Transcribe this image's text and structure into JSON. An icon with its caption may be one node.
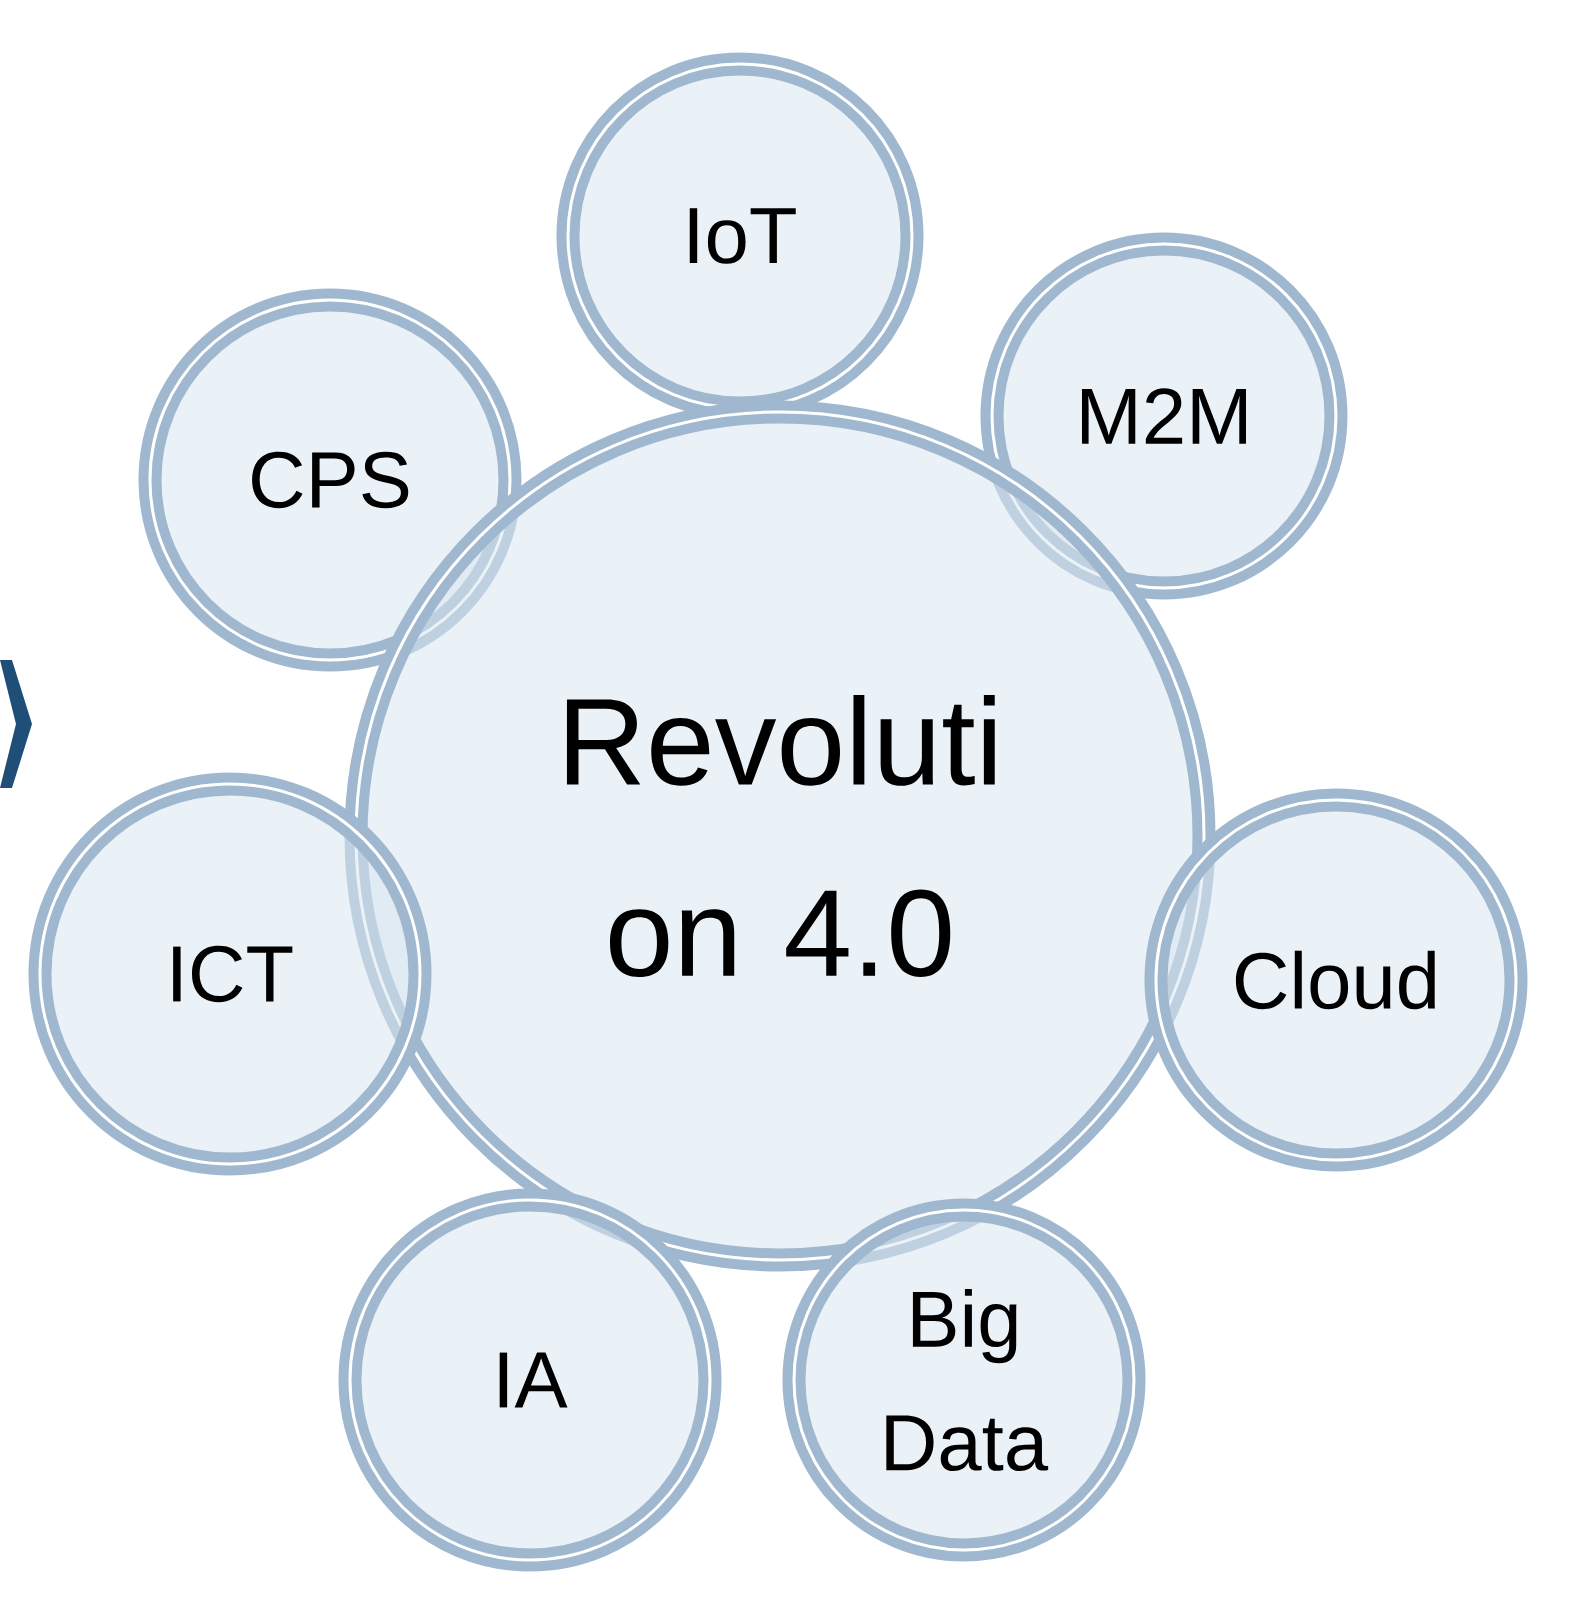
{
  "diagram": {
    "nodes": [
      {
        "text": [
          "IoT"
        ]
      },
      {
        "text": [
          "CPS"
        ]
      },
      {
        "text": [
          "M2M"
        ]
      },
      {
        "text": [
          "Revoluti on 4.0"
        ]
      },
      {
        "text": [
          "ICT"
        ]
      },
      {
        "text": [
          "Cloud"
        ]
      },
      {
        "text": [
          "IA"
        ]
      },
      {
        "text": [
          "Big Data"
        ]
      }
    ]
  }
}
